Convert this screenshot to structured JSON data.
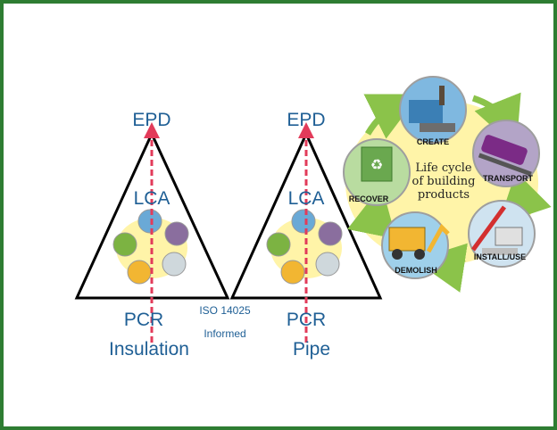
{
  "colors": {
    "border": "#2e7d32",
    "label_blue": "#1f5f95",
    "arrow_red": "#e23b5a",
    "cycle_bg": "#fff4a8",
    "cycle_arrow": "#8bc34a"
  },
  "triangles": [
    {
      "top_label": "EPD",
      "mid_label": "LCA",
      "bottom_label": "PCR",
      "product_label": "Insulation"
    },
    {
      "top_label": "EPD",
      "mid_label": "LCA",
      "bottom_label": "PCR",
      "product_label": "Pipe"
    }
  ],
  "iso": {
    "line1": "ISO 14025",
    "line2": "Informed"
  },
  "life_cycle": {
    "center_lines": [
      "Life cycle",
      "of building",
      "products"
    ],
    "stages": [
      {
        "label": "CREATE",
        "icon": "factory-icon"
      },
      {
        "label": "TRANSPORT",
        "icon": "train-icon"
      },
      {
        "label": "INSTALL/USE",
        "icon": "crane-icon"
      },
      {
        "label": "DEMOLISH",
        "icon": "dump-truck-icon"
      },
      {
        "label": "RECOVER",
        "icon": "recycle-icon"
      }
    ]
  }
}
